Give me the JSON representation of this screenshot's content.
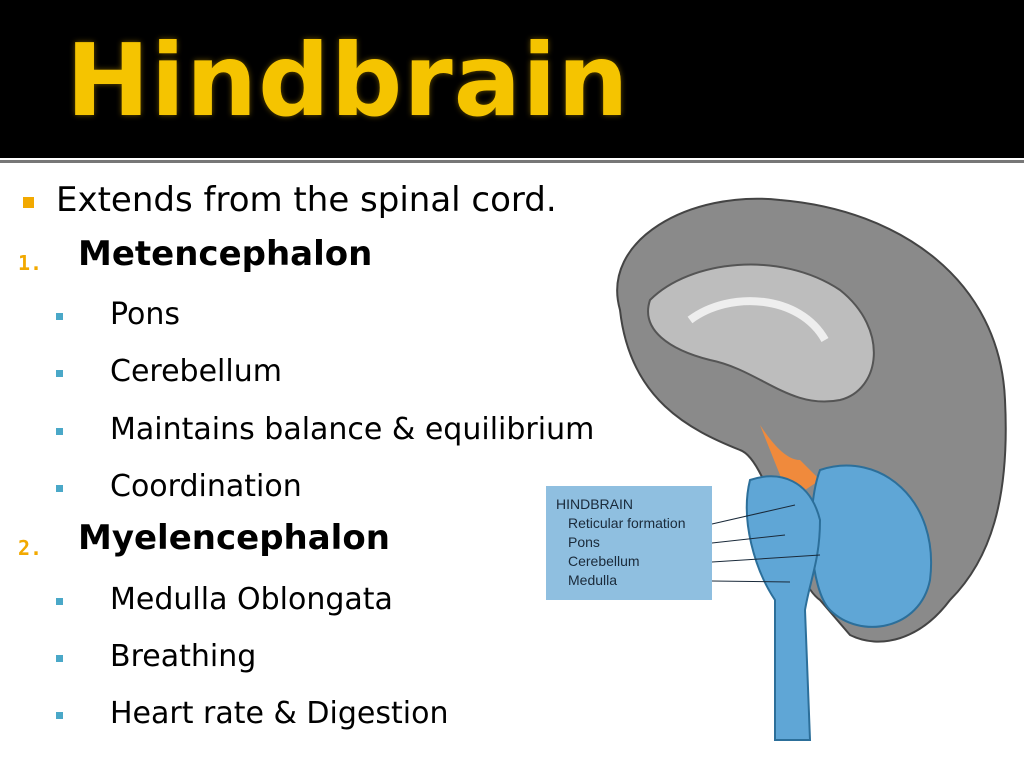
{
  "title": "Hindbrain",
  "bullets": {
    "intro": "Extends from the spinal cord.",
    "sections": [
      {
        "number": "1.",
        "heading": "Metencephalon",
        "items": [
          "Pons",
          "Cerebellum",
          "Maintains balance & equilibrium",
          "Coordination"
        ]
      },
      {
        "number": "2.",
        "heading": "Myelencephalon",
        "items": [
          "Medulla Oblongata",
          "Breathing",
          "Heart rate & Digestion"
        ]
      }
    ]
  },
  "figure": {
    "legend_title": "HINDBRAIN",
    "labels": [
      "Reticular formation",
      "Pons",
      "Cerebellum",
      "Medulla"
    ]
  },
  "colors": {
    "title": "#f5c400",
    "bullet_main": "#f2a900",
    "bullet_sub": "#4aa8c8",
    "hindbrain": "#5fa6d6"
  }
}
